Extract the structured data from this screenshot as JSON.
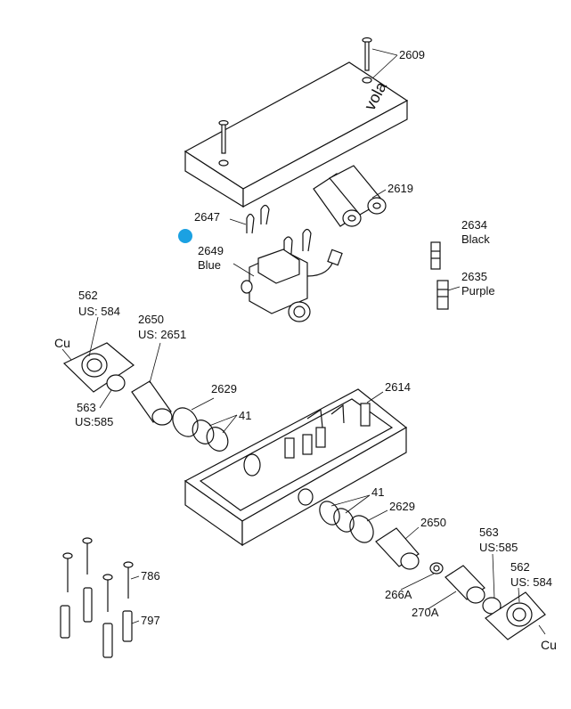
{
  "labels": {
    "p2609": "2609",
    "p2619": "2619",
    "p2647": "2647",
    "p2649": "2649",
    "p2649_color": "Blue",
    "p2634": "2634",
    "p2634_color": "Black",
    "p2635": "2635",
    "p2635_color": "Purple",
    "p562_left": "562",
    "p562_left_us": "US: 584",
    "p2650_left": "2650",
    "p2650_left_us": "US: 2651",
    "cu_left": "Cu",
    "p563_left": "563",
    "p563_left_us": "US:585",
    "p2629_top": "2629",
    "p2614": "2614",
    "p41_top": "41",
    "p41_bottom": "41",
    "p2629_bottom": "2629",
    "p2650_right": "2650",
    "p563_right": "563",
    "p563_right_us": "US:585",
    "p562_right": "562",
    "p562_right_us": "US: 584",
    "p266A": "266A",
    "p270A": "270A",
    "cu_right": "Cu",
    "p786": "786",
    "p797": "797",
    "logo": "vola"
  },
  "colors": {
    "marker": "#1ba1e2"
  }
}
